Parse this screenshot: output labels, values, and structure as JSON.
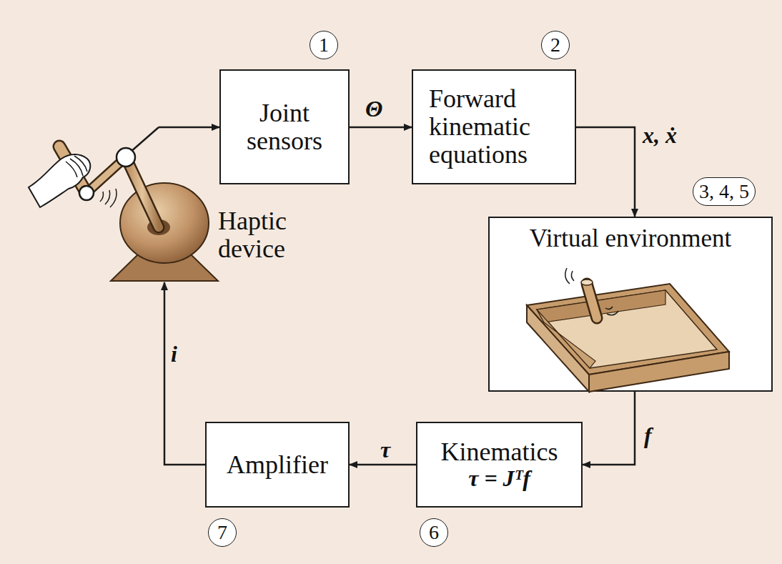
{
  "diagram": {
    "nodes": [
      {
        "text": [
          "Joint sensors"
        ]
      },
      {
        "text": [
          "Forward kinematic equations"
        ]
      },
      {
        "text": [
          "Virtual environment"
        ]
      },
      {
        "text": [
          "Kinematics",
          "τ = Jᵀf"
        ]
      },
      {
        "text": [
          "Amplifier"
        ]
      },
      {
        "text": [
          "Haptic device"
        ]
      }
    ],
    "edges": [
      {
        "from": 5,
        "to": 0,
        "arrow": "to"
      },
      {
        "from": 0,
        "to": 1,
        "label": "Θ",
        "arrow": "to"
      },
      {
        "from": 1,
        "to": 2,
        "label": "x, ẋ",
        "arrow": "to"
      },
      {
        "from": 2,
        "to": 3,
        "label": "f",
        "arrow": "to"
      },
      {
        "from": 3,
        "to": 4,
        "label": "τ",
        "arrow": "to"
      },
      {
        "from": 4,
        "to": 5,
        "label": "i",
        "arrow": "to"
      }
    ],
    "labels": [
      "1",
      "2",
      "3, 4, 5",
      "6",
      "7"
    ]
  }
}
